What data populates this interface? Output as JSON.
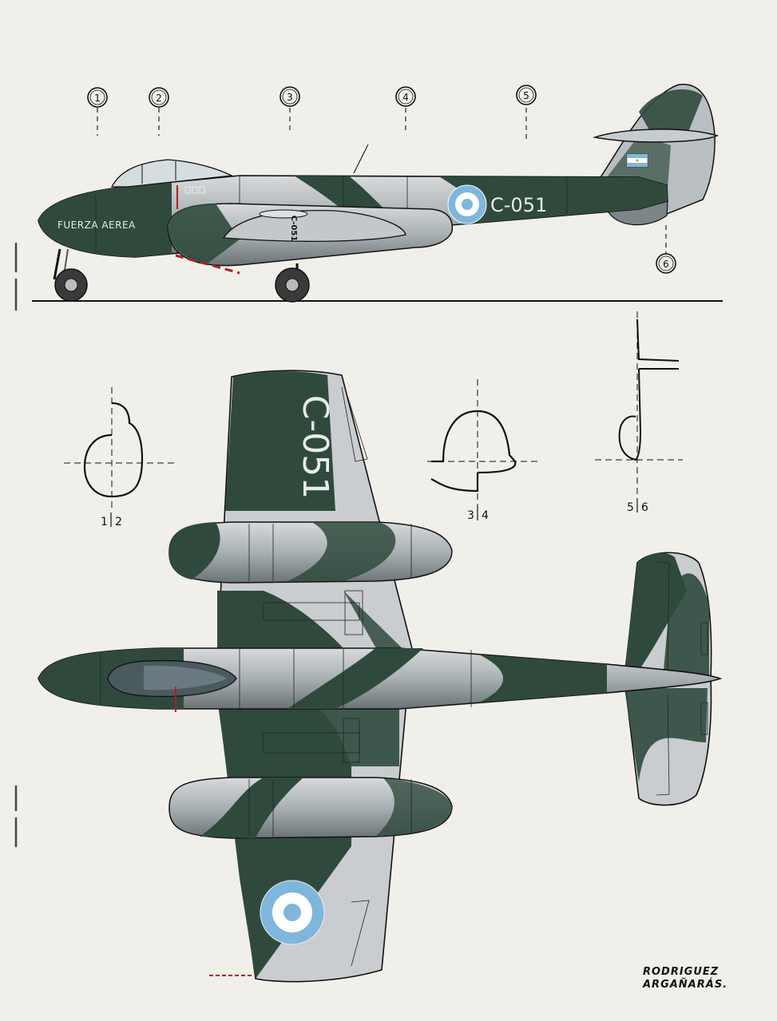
{
  "colors": {
    "paper": "#f1efea",
    "camo_dark": "#2f4a3d",
    "camo_light": "#c9cdd0",
    "metal_mid": "#9aa2a6",
    "roundel_blue": "#7fb6dc",
    "roundel_white": "#ffffff",
    "ink": "#1a1a1a",
    "red_line": "#b02020"
  },
  "side_view": {
    "nose_text": "FUERZA AEREA",
    "serial": "C-051",
    "engine_code": "C-051",
    "station_markers": [
      "1",
      "2",
      "3",
      "4",
      "5",
      "6"
    ]
  },
  "plan_view": {
    "wing_serial": "C-051"
  },
  "sections": [
    {
      "label_left": "1",
      "label_right": "2"
    },
    {
      "label_left": "3",
      "label_right": "4"
    },
    {
      "label_left": "5",
      "label_right": "6"
    }
  ],
  "credit": {
    "line1": "RODRIGUEZ",
    "line2": "ARGAÑARÁS."
  }
}
